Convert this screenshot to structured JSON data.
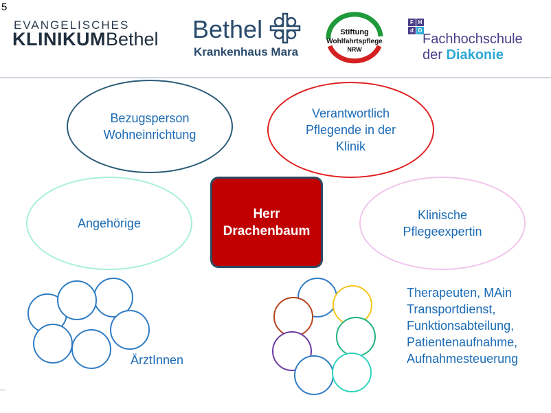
{
  "slide_number": "5",
  "logos": {
    "ekb_line1": "EVANGELISCHES",
    "ekb_line2_bold": "KLINIKUM",
    "ekb_line2_rest": "Bethel",
    "bethel_word": "Bethel",
    "bethel_sub": "Krankenhaus Mara",
    "stiftung_line1": "Stiftung",
    "stiftung_line2": "Wohlfahrtspflege",
    "stiftung_line3": "NRW",
    "fh_line1": "Fachhochschule",
    "fh_line2_a": "der",
    "fh_line2_b": "Diakonie",
    "fh_badge": [
      "F",
      "H",
      "d",
      "D"
    ]
  },
  "diagram": {
    "center": {
      "line1": "Herr",
      "line2": "Drachenbaum"
    },
    "nodes": [
      {
        "id": "bezugsperson",
        "lines": [
          "Bezugsperson",
          "Wohneinrichtung"
        ],
        "border": "#2b5c78"
      },
      {
        "id": "verantwortlich",
        "lines": [
          "Verantwortlich",
          "Pflegende in der",
          "Klinik"
        ],
        "border": "#e02020"
      },
      {
        "id": "angehoerige",
        "lines": [
          "Angehörige"
        ],
        "border": "#a8f0d8"
      },
      {
        "id": "pflegeexpertin",
        "lines": [
          "Klinische",
          "Pflegeexpertin"
        ],
        "border": "#f2c4ec"
      }
    ],
    "groups": [
      {
        "id": "aerzte",
        "label_lines": [
          "ÄrztInnen"
        ],
        "circle_color": "#2f7cc4"
      },
      {
        "id": "therapeuten",
        "label_lines": [
          "Therapeuten, MAin",
          "Transportdienst,",
          "Funktionsabteilung,",
          "Patientenaufnahme,",
          "Aufnahmesteuerung"
        ],
        "circle_colors": [
          "#2f7cc4",
          "#f5c518",
          "#b5411c",
          "#20b27a",
          "#6a3aa0",
          "#2f7cc4",
          "#2fd3c0"
        ]
      }
    ]
  },
  "colors": {
    "text_blue": "#1b6bb5",
    "center_fill": "#c00000",
    "center_border": "#2d4a63"
  }
}
